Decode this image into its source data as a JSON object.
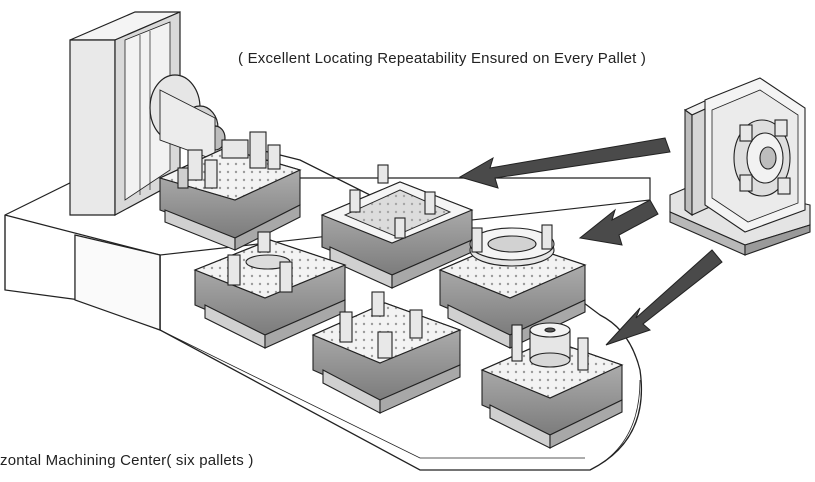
{
  "captions": {
    "top": "( Excellent  Locating  Repeatability  Ensured  on  Every  Pallet )",
    "bottom": "zontal  Machining  Center( six  pallets )"
  },
  "figure": {
    "components": [
      "machine-column",
      "machine-base",
      "pallet-pool-track",
      "pallet",
      "fixture",
      "zero-point-module",
      "transfer-arrow"
    ],
    "pallet_count": 6,
    "arrow_count": 3,
    "colors": {
      "line": "#222222",
      "surface_light": "#f2f2f2",
      "surface_mid": "#cfcfcf",
      "surface_dark": "#8a8a8a",
      "arrow": "#4a4a4a"
    }
  }
}
